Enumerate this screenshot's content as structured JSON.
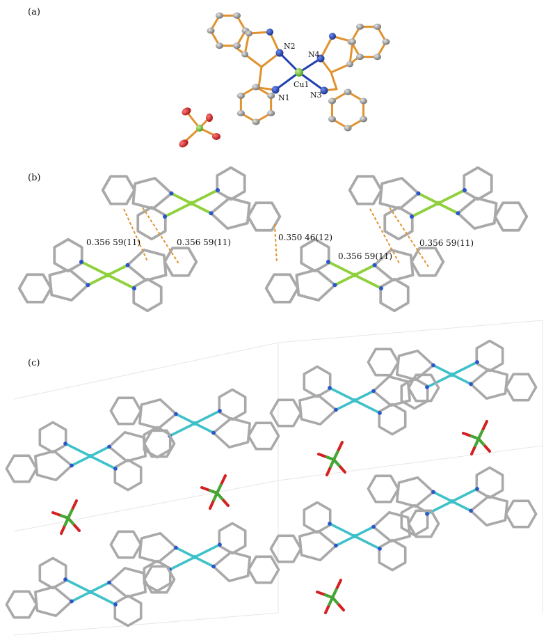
{
  "panels": {
    "a": {
      "label": "(a)"
    },
    "b": {
      "label": "(b)"
    },
    "c": {
      "label": "(c)"
    }
  },
  "atom_labels": {
    "n1": "N1",
    "n2": "N2",
    "n3": "N3",
    "n4": "N4",
    "cu1": "Cu1"
  },
  "distances": {
    "d1": "0.356 59(11)",
    "d2": "0.356 59(11)",
    "d3": "0.350 46(12)",
    "d4": "0.356 59(11)",
    "d5": "0.356 59(11)"
  },
  "colors": {
    "bond_orange": "#e0922e",
    "carbon_grey": "#8f8f8f",
    "nitrogen_blue": "#1f3fb0",
    "copper_green": "#7cc341",
    "oxygen_red": "#d42020",
    "chlorine_green": "#3faa35",
    "stick_grey": "#a9a9a9",
    "stick_blue": "#2a56c9",
    "copper_cyan": "#3fc1c9",
    "dash_orange": "#e0922e"
  }
}
